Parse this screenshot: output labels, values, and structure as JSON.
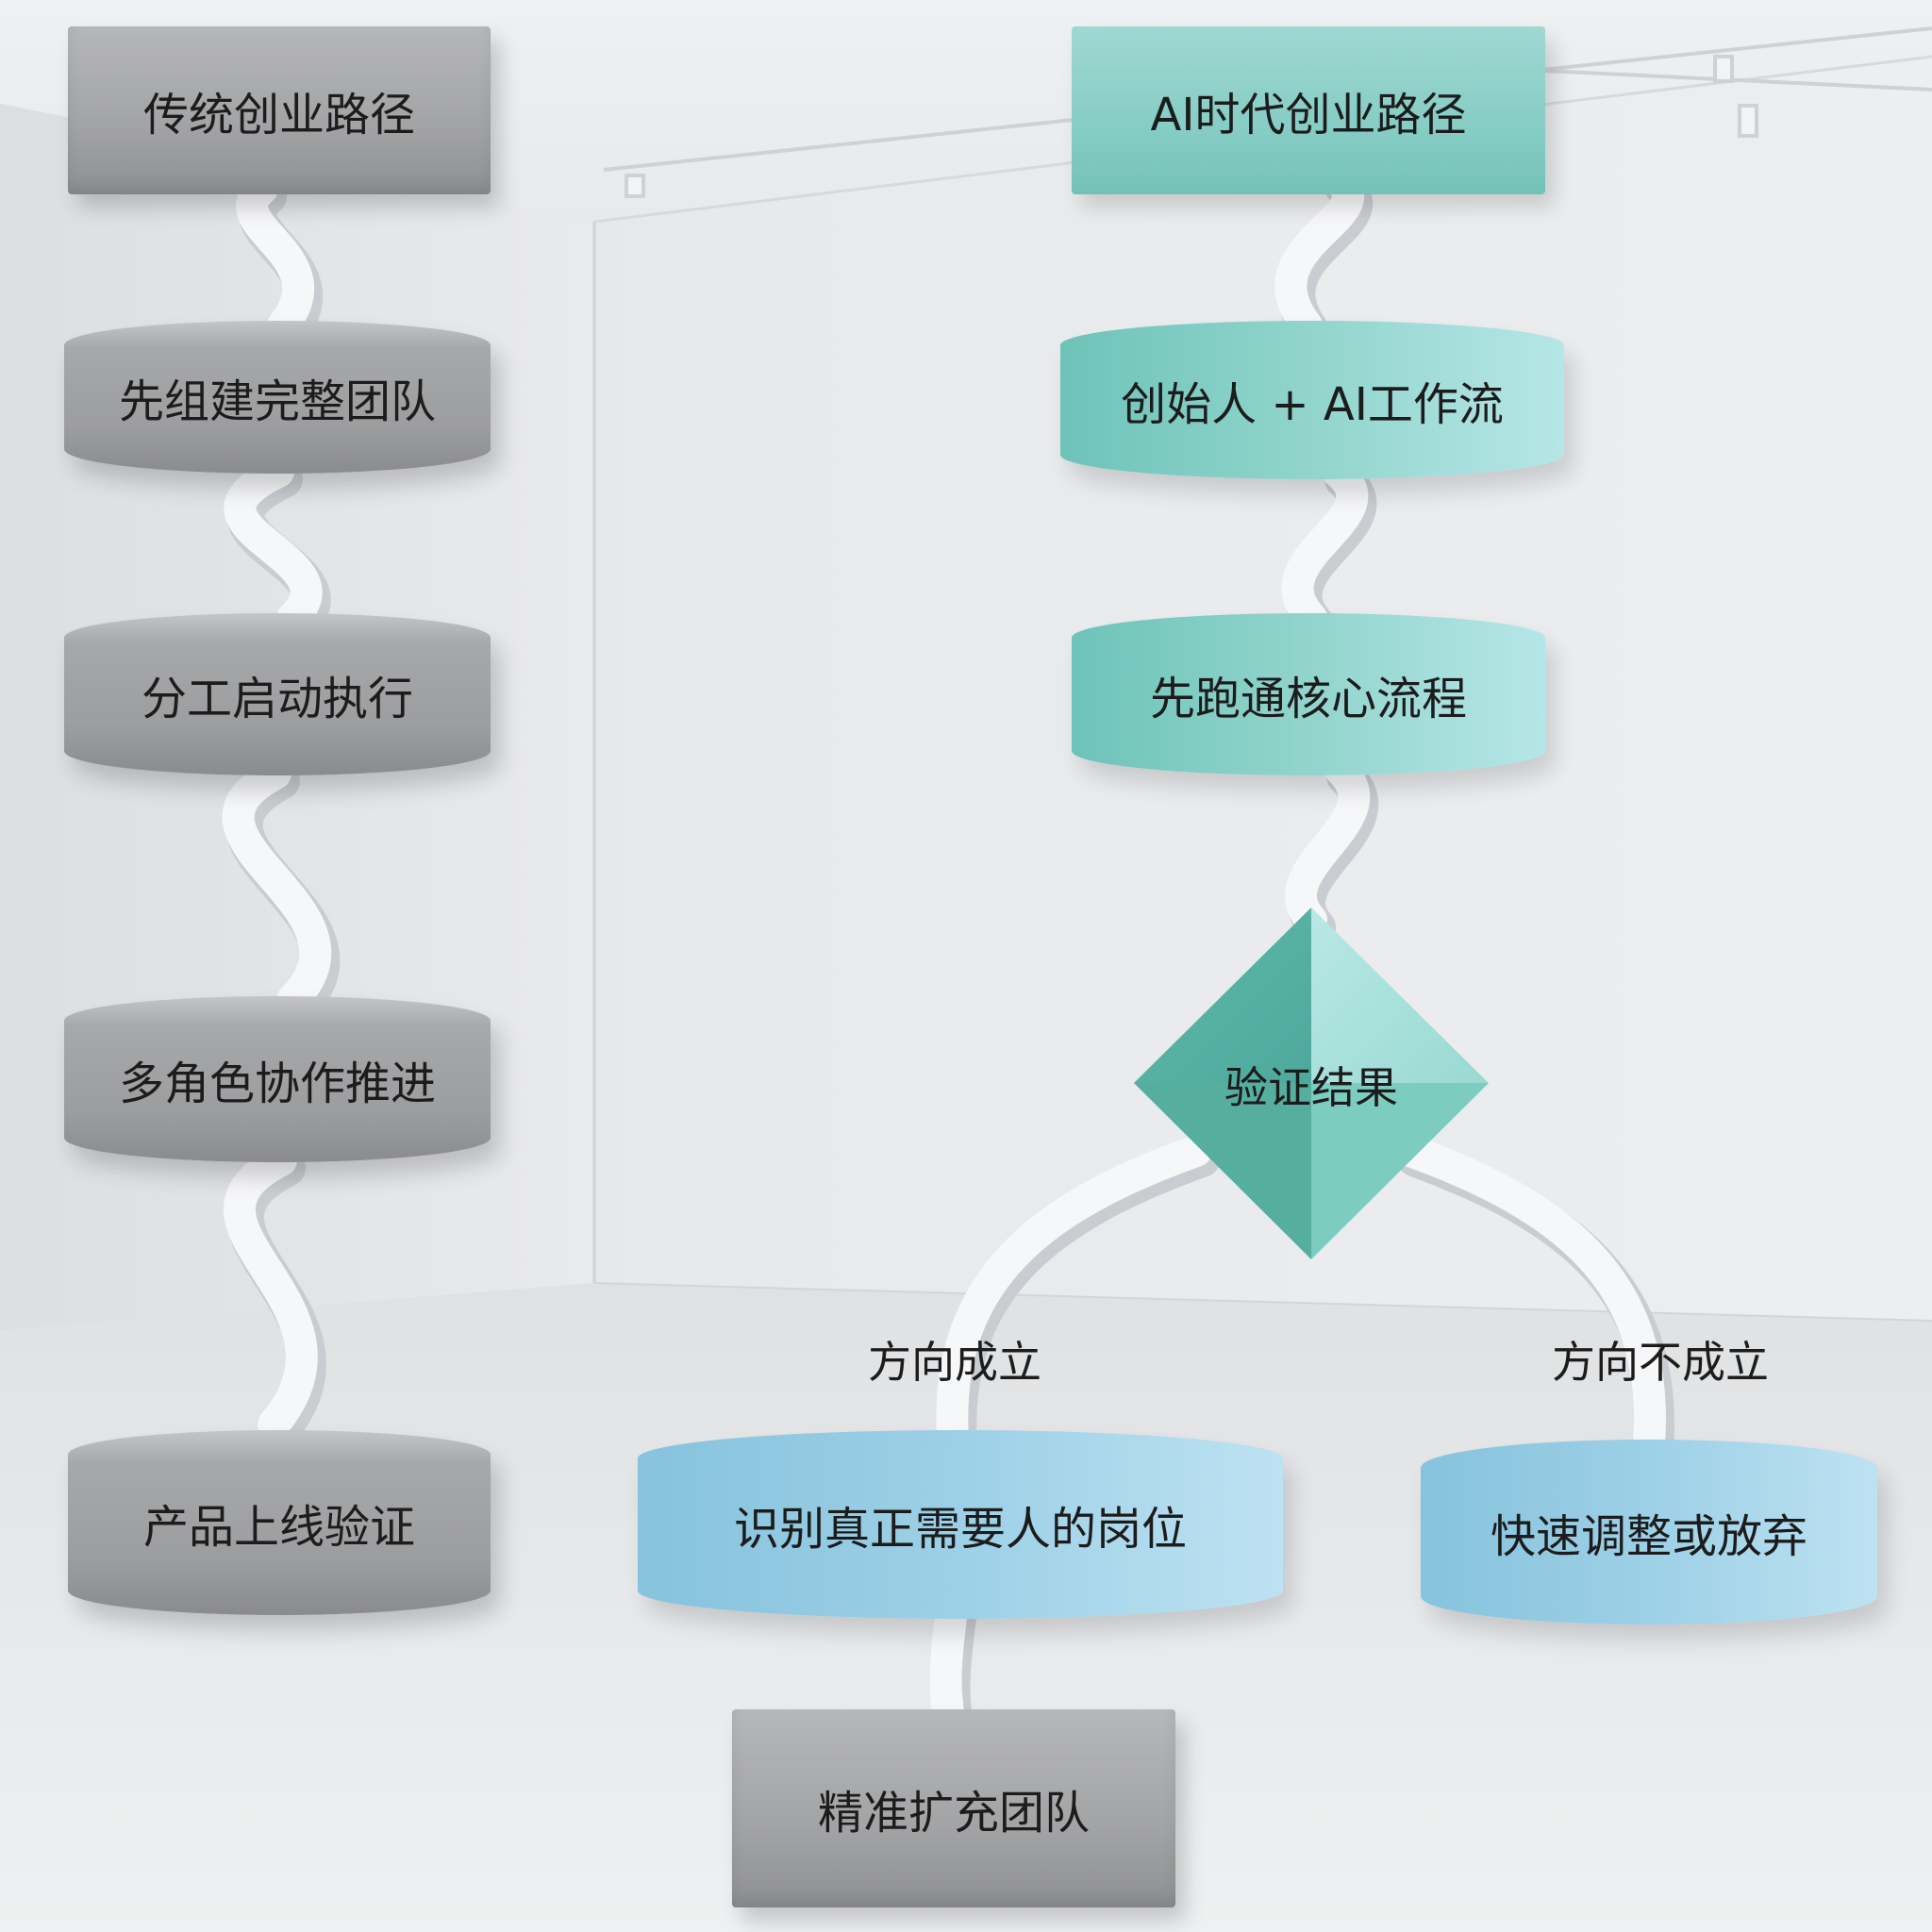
{
  "left_column": {
    "title": "传统创业路径",
    "steps": [
      "先组建完整团队",
      "分工启动执行",
      "多角色协作推进",
      "产品上线验证"
    ]
  },
  "right_column": {
    "title": "AI时代创业路径",
    "steps": [
      "创始人 + AI工作流",
      "先跑通核心流程"
    ],
    "decision": "验证结果",
    "branch_yes": {
      "label": "方向成立",
      "result": "识别真正需要人的岗位",
      "next": "精准扩充团队"
    },
    "branch_no": {
      "label": "方向不成立",
      "result": "快速调整或放弃"
    }
  },
  "colors": {
    "gray": "#a3a4a6",
    "teal": "#86cdc5",
    "blue": "#9dd0e6",
    "connector": "#f4f6f8"
  }
}
